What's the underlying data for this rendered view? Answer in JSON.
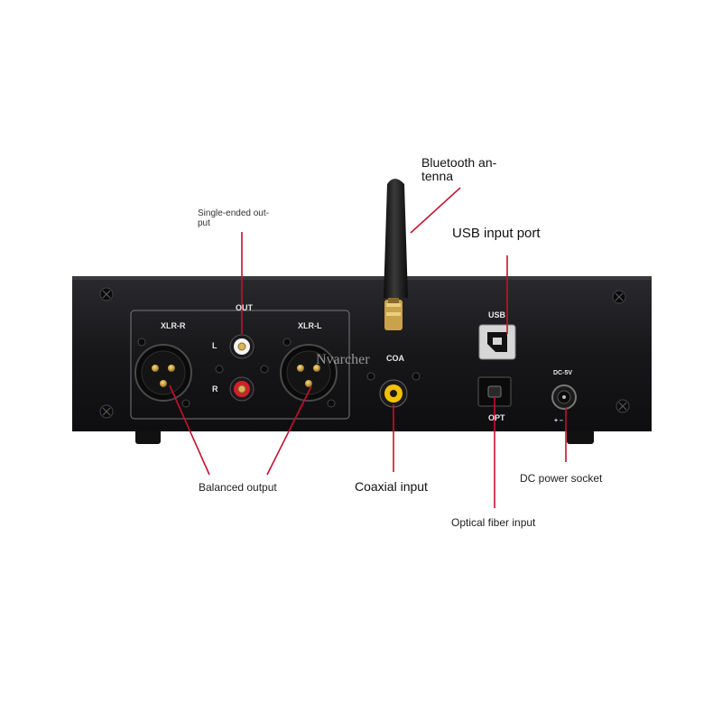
{
  "callouts": {
    "bluetooth_line1": "Bluetooth an-",
    "bluetooth_line2": "tenna",
    "single_ended_line1": "Single-ended out-",
    "single_ended_line2": "put",
    "usb_input": "USB input port",
    "balanced_output": "Balanced output",
    "coaxial_input": "Coaxial input",
    "dc_power": "DC power socket",
    "optical_input": "Optical fiber input"
  },
  "panel": {
    "out": "OUT",
    "xlr_r": "XLR-R",
    "xlr_l": "XLR-L",
    "l": "L",
    "r": "R",
    "coa": "COA",
    "usb": "USB",
    "opt": "OPT",
    "dc": "DC-5V",
    "polarity": "+ –"
  },
  "watermark": "Nvarcher",
  "colors": {
    "leader_line": "#c8102e",
    "chassis": "#17171a",
    "rca_red": "#d0202a",
    "rca_yellow": "#f2c200"
  }
}
